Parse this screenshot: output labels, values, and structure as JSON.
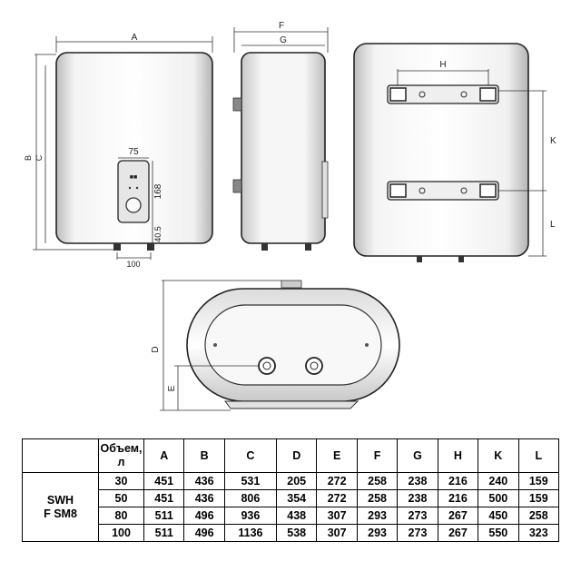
{
  "front_view": {
    "dim_a": "A",
    "dim_b": "B",
    "dim_c": "C",
    "dim_width": "75",
    "dim_height": "168",
    "dim_offset": "40.5",
    "dim_pipes": "100",
    "panel_text": "■■"
  },
  "side_view": {
    "dim_f": "F",
    "dim_g": "G"
  },
  "back_view": {
    "dim_h": "H",
    "dim_k": "K",
    "dim_l": "L"
  },
  "bottom_view": {
    "dim_d": "D",
    "dim_e": "E"
  },
  "table": {
    "model_line1": "SWH",
    "model_line2": "F SM8",
    "volume_line1": "Объем,",
    "volume_line2": "л",
    "columns": [
      "A",
      "B",
      "C",
      "D",
      "E",
      "F",
      "G",
      "H",
      "K",
      "L"
    ],
    "rows": [
      {
        "volume": "30",
        "values": [
          "451",
          "436",
          "531",
          "205",
          "272",
          "258",
          "238",
          "216",
          "240",
          "159"
        ]
      },
      {
        "volume": "50",
        "values": [
          "451",
          "436",
          "806",
          "354",
          "272",
          "258",
          "238",
          "216",
          "500",
          "159"
        ]
      },
      {
        "volume": "80",
        "values": [
          "511",
          "496",
          "936",
          "438",
          "307",
          "293",
          "273",
          "267",
          "450",
          "258"
        ]
      },
      {
        "volume": "100",
        "values": [
          "511",
          "496",
          "1136",
          "538",
          "307",
          "293",
          "273",
          "267",
          "550",
          "323"
        ]
      }
    ]
  }
}
